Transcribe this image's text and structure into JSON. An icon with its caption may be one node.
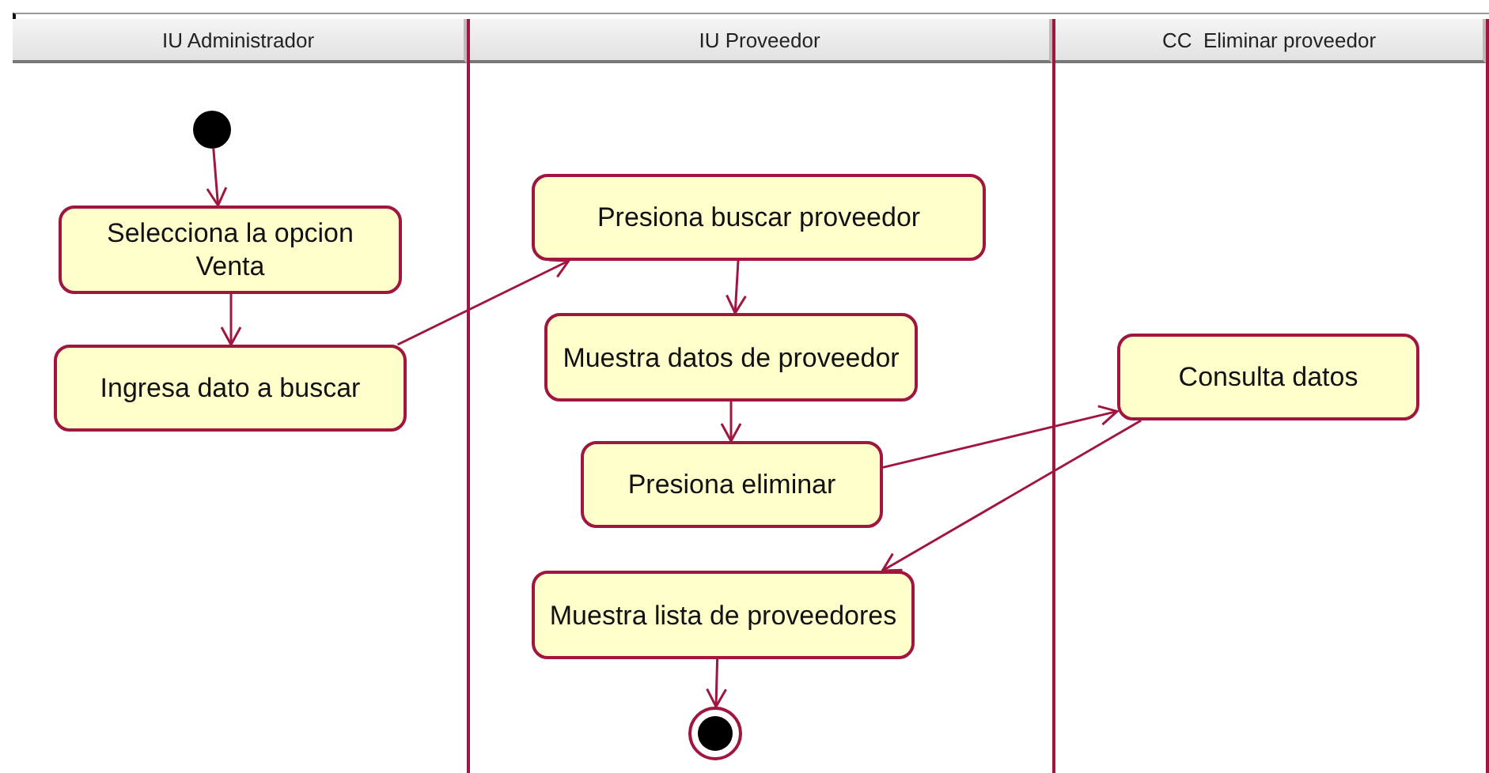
{
  "diagram": {
    "nodes": [
      {
        "text": [
          "IU Administrador"
        ]
      },
      {
        "text": [
          "IU Proveedor"
        ]
      },
      {
        "text": [
          "CC  Eliminar proveedor"
        ]
      },
      {
        "text": [],
        "shape": "circle",
        "in": 0
      },
      {
        "text": [
          "Selecciona la opcion Venta"
        ],
        "in": 0
      },
      {
        "text": [
          "Ingresa dato a buscar"
        ],
        "in": 0
      },
      {
        "text": [
          "Presiona buscar proveedor"
        ],
        "in": 1
      },
      {
        "text": [
          "Muestra datos de proveedor"
        ],
        "in": 1
      },
      {
        "text": [
          "Presiona eliminar"
        ],
        "in": 1
      },
      {
        "text": [
          "Muestra lista de proveedores"
        ],
        "in": 1
      },
      {
        "text": [],
        "shape": "bullseye",
        "in": 1
      },
      {
        "text": [
          "Consulta datos"
        ],
        "in": 2
      }
    ],
    "edges": [
      {
        "from": 3,
        "to": 4,
        "arrow": "to"
      },
      {
        "from": 4,
        "to": 5,
        "arrow": "to"
      },
      {
        "from": 5,
        "to": 6,
        "arrow": "to"
      },
      {
        "from": 6,
        "to": 7,
        "arrow": "to"
      },
      {
        "from": 7,
        "to": 8,
        "arrow": "to"
      },
      {
        "from": 8,
        "to": 11,
        "arrow": "to"
      },
      {
        "from": 11,
        "to": 9,
        "arrow": "to"
      },
      {
        "from": 9,
        "to": 10,
        "arrow": "to"
      }
    ]
  }
}
